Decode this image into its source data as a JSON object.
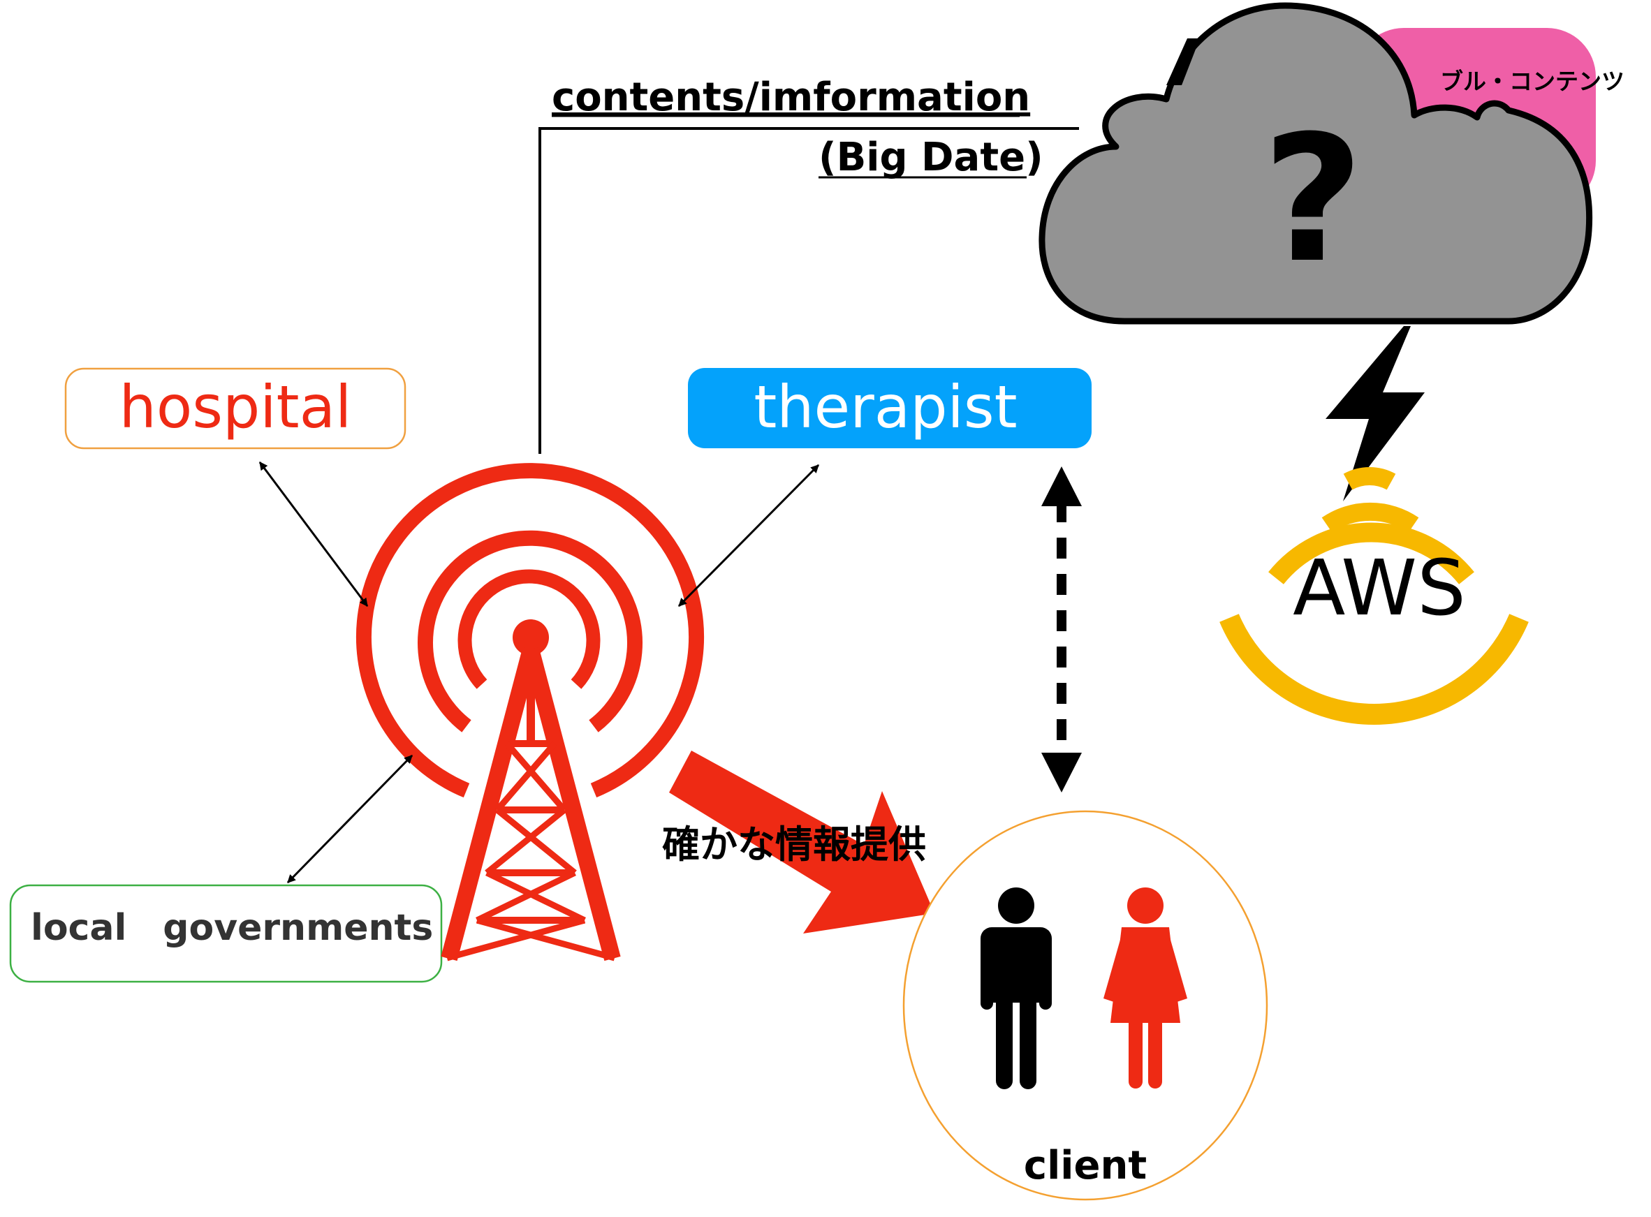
{
  "nodes": {
    "hospital": "hospital",
    "therapist": "therapist",
    "local_governments": "local　governments",
    "client": "client"
  },
  "flow": {
    "contents_label": "contents/imformation",
    "bigdata_label": "(Big Date)",
    "provide_label": "確かな情報提供"
  },
  "cloud": {
    "symbol": "?",
    "behind_text": "ブル・コンテンツ",
    "provider": "AWS"
  },
  "colors": {
    "tower_red": "#ee2a14",
    "hospital_border": "#f0a040",
    "therapist_fill": "#04a2fb",
    "governments_border": "#3cb043",
    "client_border": "#f4a030",
    "cloud_gray": "#939393",
    "pink": "#ef5fa7",
    "aws_gold": "#f7b800"
  },
  "icons": [
    "tower-icon",
    "cloud-icon",
    "lightning-icon",
    "wifi-icon",
    "man-icon",
    "woman-icon"
  ]
}
